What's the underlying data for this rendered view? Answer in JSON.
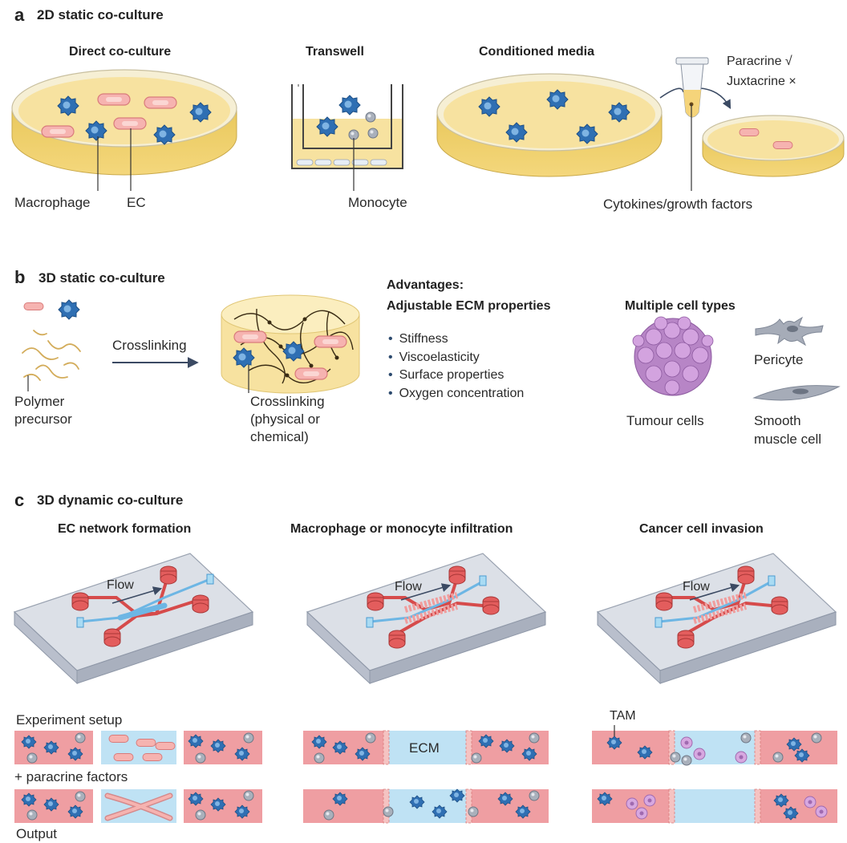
{
  "panel_a": {
    "letter": "a",
    "title": "2D static co-culture",
    "direct": "Direct co-culture",
    "transwell": "Transwell",
    "conditioned": "Conditioned media",
    "paracrine": "Paracrine √",
    "juxtacrine": "Juxtacrine ×",
    "macrophage": "Macrophage",
    "ec": "EC",
    "monocyte": "Monocyte",
    "cytokines": "Cytokines/growth factors"
  },
  "panel_b": {
    "letter": "b",
    "title": "3D static co-culture",
    "crosslinking_arrow": "Crosslinking",
    "polymer_1": "Polymer",
    "polymer_2": "precursor",
    "xlink_1": "Crosslinking",
    "xlink_2": "(physical or",
    "xlink_3": "chemical)",
    "adv_1": "Advantages:",
    "adv_2": "Adjustable ECM properties",
    "adv_items": [
      "Stiffness",
      "Viscoelasticity",
      "Surface properties",
      "Oxygen concentration"
    ],
    "multiple": "Multiple cell types",
    "tumour": "Tumour cells",
    "pericyte": "Pericyte",
    "smooth_1": "Smooth",
    "smooth_2": "muscle cell"
  },
  "panel_c": {
    "letter": "c",
    "title": "3D dynamic co-culture",
    "col1": "EC network formation",
    "col2": "Macrophage or monocyte infiltration",
    "col3": "Cancer cell invasion",
    "flow": "Flow",
    "experiment_setup": "Experiment setup",
    "paracrine_factors": "+ paracrine factors",
    "output": "Output",
    "ecm": "ECM",
    "tam": "TAM"
  },
  "colors": {
    "macrophage": "#2f6fb3",
    "ec": "#f2a4a4",
    "dish": "#f7df9a",
    "channel_red": "#e35d5d",
    "channel_blue": "#8ccbec",
    "chip": "#c9ced9",
    "pink_band": "#ef9ea2",
    "blue_band": "#bfe2f4"
  }
}
